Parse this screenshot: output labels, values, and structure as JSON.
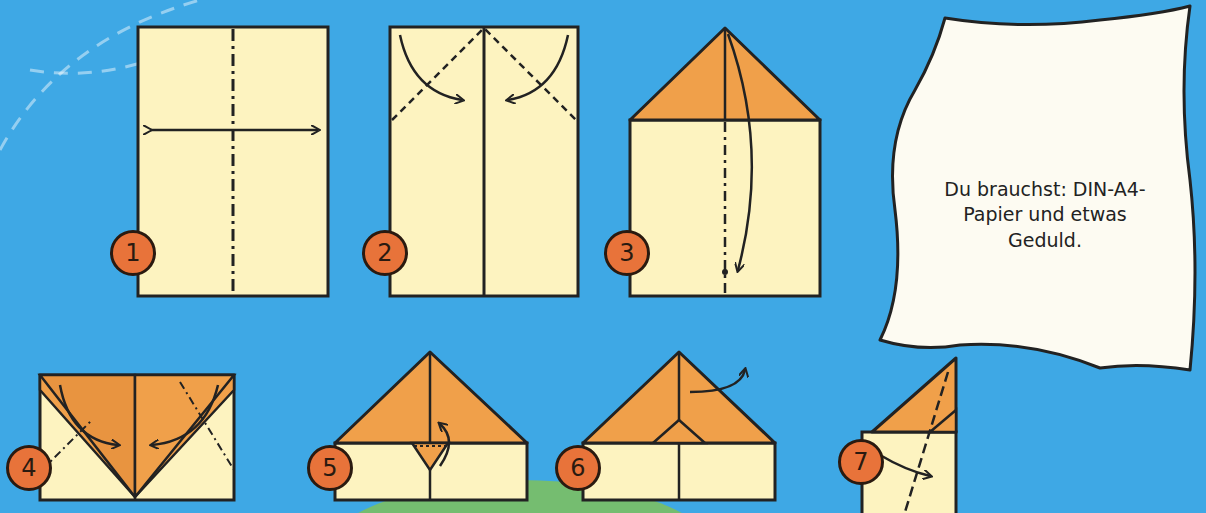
{
  "diagram": {
    "nodes": [
      {
        "text": [
          "1"
        ]
      },
      {
        "text": [
          "2"
        ]
      },
      {
        "text": [
          "3"
        ]
      },
      {
        "text": [
          "4"
        ]
      },
      {
        "text": [
          "5"
        ]
      },
      {
        "text": [
          "6"
        ]
      },
      {
        "text": [
          "7"
        ]
      },
      {
        "text": [
          "Du brauchst: DIN-A4-Papier und etwas Geduld."
        ]
      }
    ]
  }
}
